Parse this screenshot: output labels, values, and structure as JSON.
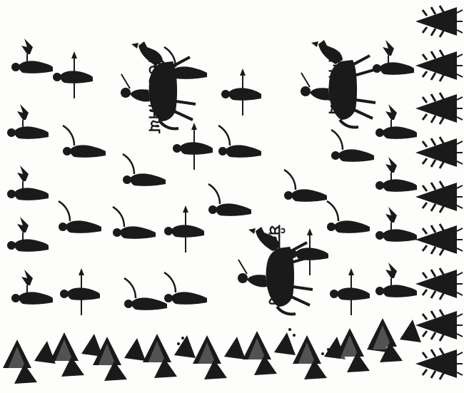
{
  "labels": {
    "chief_top_left": "ਚਿਤਰ ਸਿੰਘ",
    "chief_top_right": "ਬਾਜ ਸਿੰਘ",
    "chief_center": "ਬੰਦਾ ਬਹਾਦਰ"
  },
  "colors": {
    "ink": "#1a1a1a",
    "paper": "#fdfdfb"
  },
  "icons": {
    "horse_rider": "horse-rider-icon",
    "foot_soldier": "soldier-icon",
    "tree_soldier": "tree-soldier-icon",
    "tent": "tent-icon",
    "fortress": "triangle-fort-icon"
  }
}
